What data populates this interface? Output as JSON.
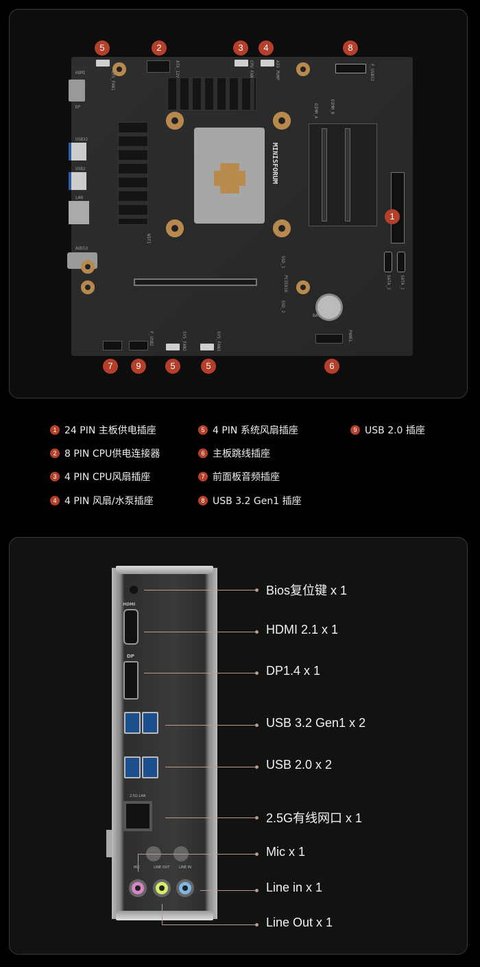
{
  "colors": {
    "accent": "#b4402b",
    "board": "#2b2b2b",
    "mount_hole": "#b8894f",
    "leader_line": "#b99a8e"
  },
  "board_badges": [
    "5",
    "2",
    "3",
    "4",
    "8",
    "1",
    "7",
    "9",
    "5",
    "5",
    "6"
  ],
  "silkscreen": {
    "brand": "MINISFORUM",
    "hdmi": "HDMI",
    "dp": "DP",
    "usb32": "USB32",
    "usb2": "USB2",
    "lan": "LAN",
    "audio": "AUDIO",
    "atx": "ATX_12V",
    "cpu_fan": "CPU FAN",
    "aio": "AIO PUMP",
    "f_usb32": "F_USB32",
    "sys_fan1": "SYS_FAN1",
    "sys_fan2": "SYS_FAN2",
    "sys_fan3": "SYS_FAN3",
    "f_usb2": "F_USB2",
    "dimm_a": "DIMM_A",
    "dimm_b": "DIMM_B",
    "pcie": "PCIEX16",
    "ssd1": "SSD_1",
    "ssd2": "SSD_2",
    "bat": "BAT",
    "sata1": "SATA_1",
    "sata2": "SATA_2",
    "panel": "PANEL",
    "wifi": "WIFI"
  },
  "legend": [
    {
      "num": "1",
      "text": "24 PIN 主板供电插座"
    },
    {
      "num": "2",
      "text": "8 PIN CPU供电连接器"
    },
    {
      "num": "3",
      "text": "4 PIN CPU风扇插座"
    },
    {
      "num": "4",
      "text": "4 PIN 风扇/水泵插座"
    },
    {
      "num": "5",
      "text": "4 PIN 系统风扇插座"
    },
    {
      "num": "6",
      "text": "主板跳线插座"
    },
    {
      "num": "7",
      "text": "前面板音频插座"
    },
    {
      "num": "8",
      "text": "USB 3.2 Gen1 插座"
    },
    {
      "num": "9",
      "text": "USB 2.0 插座"
    }
  ],
  "io_plate_labels": {
    "hdmi": "HDMI",
    "dp": "DP",
    "lan": "2.5G LAN",
    "mic": "MIC",
    "line_out": "LINE OUT",
    "line_in": "LINE IN"
  },
  "io_ports": [
    "Bios复位键 x 1",
    "HDMI 2.1 x 1",
    "DP1.4 x 1",
    "USB 3.2 Gen1 x 2",
    "USB 2.0 x 2",
    "2.5G有线网口 x 1",
    "Mic x 1",
    "Line in x 1",
    "Line Out x 1"
  ]
}
